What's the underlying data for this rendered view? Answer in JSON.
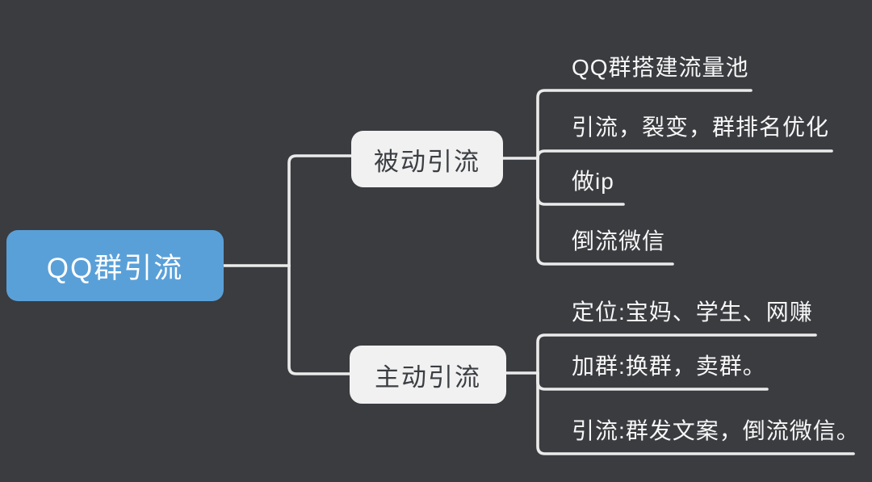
{
  "canvas": {
    "background_color": "#3a3c40",
    "line_color": "#ebebeb"
  },
  "root": {
    "label": "QQ群引流",
    "bg_color": "#5aa0d8",
    "text_color": "#ffffff"
  },
  "branches": [
    {
      "label": "被动引流",
      "bg_color": "#f1f1f2",
      "text_color": "#3b3e42",
      "children": [
        {
          "label": "QQ群搭建流量池"
        },
        {
          "label": "引流，裂变，群排名优化"
        },
        {
          "label": "做ip"
        },
        {
          "label": "倒流微信"
        }
      ]
    },
    {
      "label": "主动引流",
      "bg_color": "#f1f1f2",
      "text_color": "#3b3e42",
      "children": [
        {
          "label": "定位:宝妈、学生、网赚"
        },
        {
          "label": "加群:换群，卖群。"
        },
        {
          "label": "引流:群发文案，倒流微信。"
        }
      ]
    }
  ]
}
